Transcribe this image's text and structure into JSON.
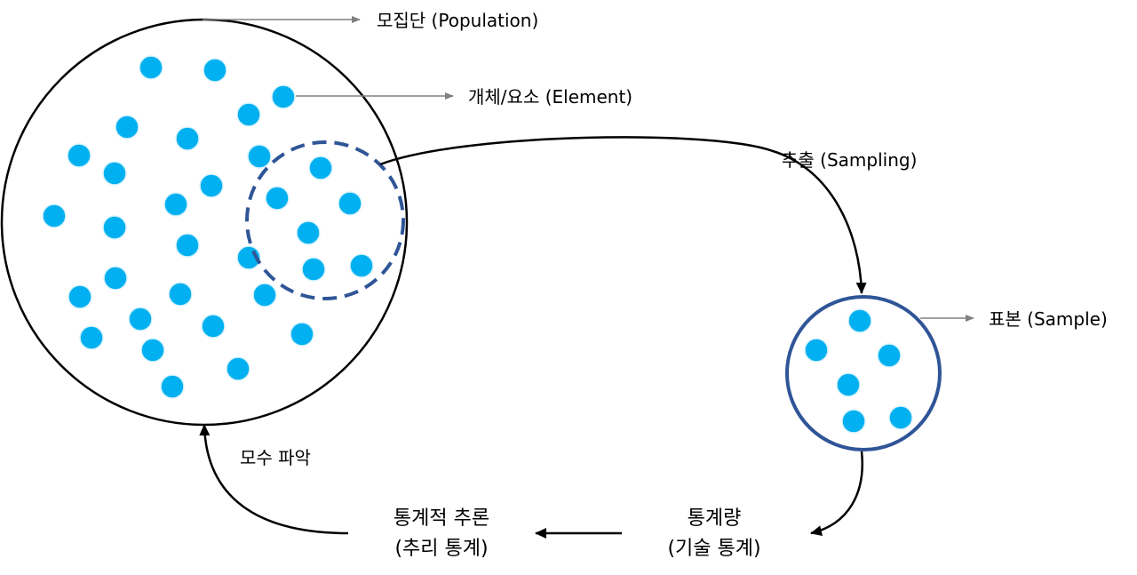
{
  "labels": {
    "population": "모집단 (Population)",
    "element": "개체/요소 (Element)",
    "sampling": "추출 (Sampling)",
    "sample": "표본 (Sample)",
    "parameter": "모수 파악",
    "statistic_line1": "통계량",
    "statistic_line2": "(기술 통계)",
    "inference_line1": "통계적 추론",
    "inference_line2": "(추리 통계)"
  },
  "colors": {
    "dot": "#00B0F0",
    "dot_stroke": "#D9F3FD",
    "sample_circle": "#2F5597",
    "dashed_circle": "#2F5597",
    "population_circle": "#000000",
    "pointer_line": "#808080",
    "flow_arrow": "#000000"
  }
}
